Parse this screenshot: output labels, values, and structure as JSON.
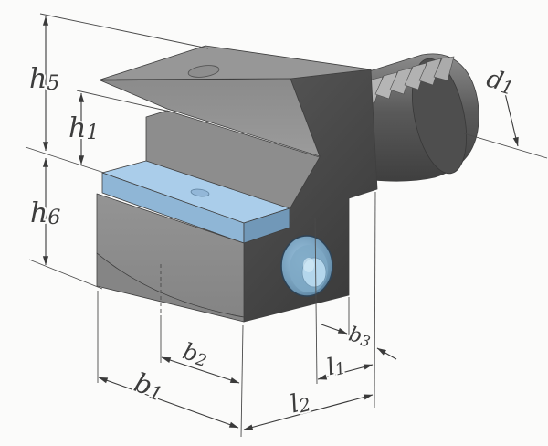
{
  "diagram_type": "technical-dimension-drawing",
  "colors": {
    "background": "#fbfbfa",
    "line": "#3a3a3a",
    "text": "#3c3c3c",
    "body_top": "#979797",
    "body_bevel": "#919191",
    "body_web": "#8d8d8d",
    "body_front": "#8f8f8f",
    "body_chamfer": "#858585",
    "body_dark": "#484848",
    "insert_top": "#aacdea",
    "insert_front": "#8fb6d6",
    "insert_side": "#7198b8",
    "insert_hole": "#93b7d8",
    "hole_outer": "#5d87a6",
    "hole_mid": "#7fa9c6",
    "hole_inner": "#b4d6ec",
    "hole_highlight": "#d2e8f5",
    "teeth": "#b5b5b5",
    "top_oval": "#8e8e8e"
  },
  "labels": {
    "h5": {
      "main": "h",
      "sub": "5"
    },
    "h1": {
      "main": "h",
      "sub": "1"
    },
    "h6": {
      "main": "h",
      "sub": "6"
    },
    "d1": {
      "main": "d",
      "sub": "1"
    },
    "b2": {
      "main": "b",
      "sub": "2"
    },
    "b1": {
      "main": "b",
      "sub": "1"
    },
    "b3": {
      "main": "b",
      "sub": "3"
    },
    "l1": {
      "main": "l",
      "sub": "1"
    },
    "l2": {
      "main": "l",
      "sub": "2"
    }
  }
}
